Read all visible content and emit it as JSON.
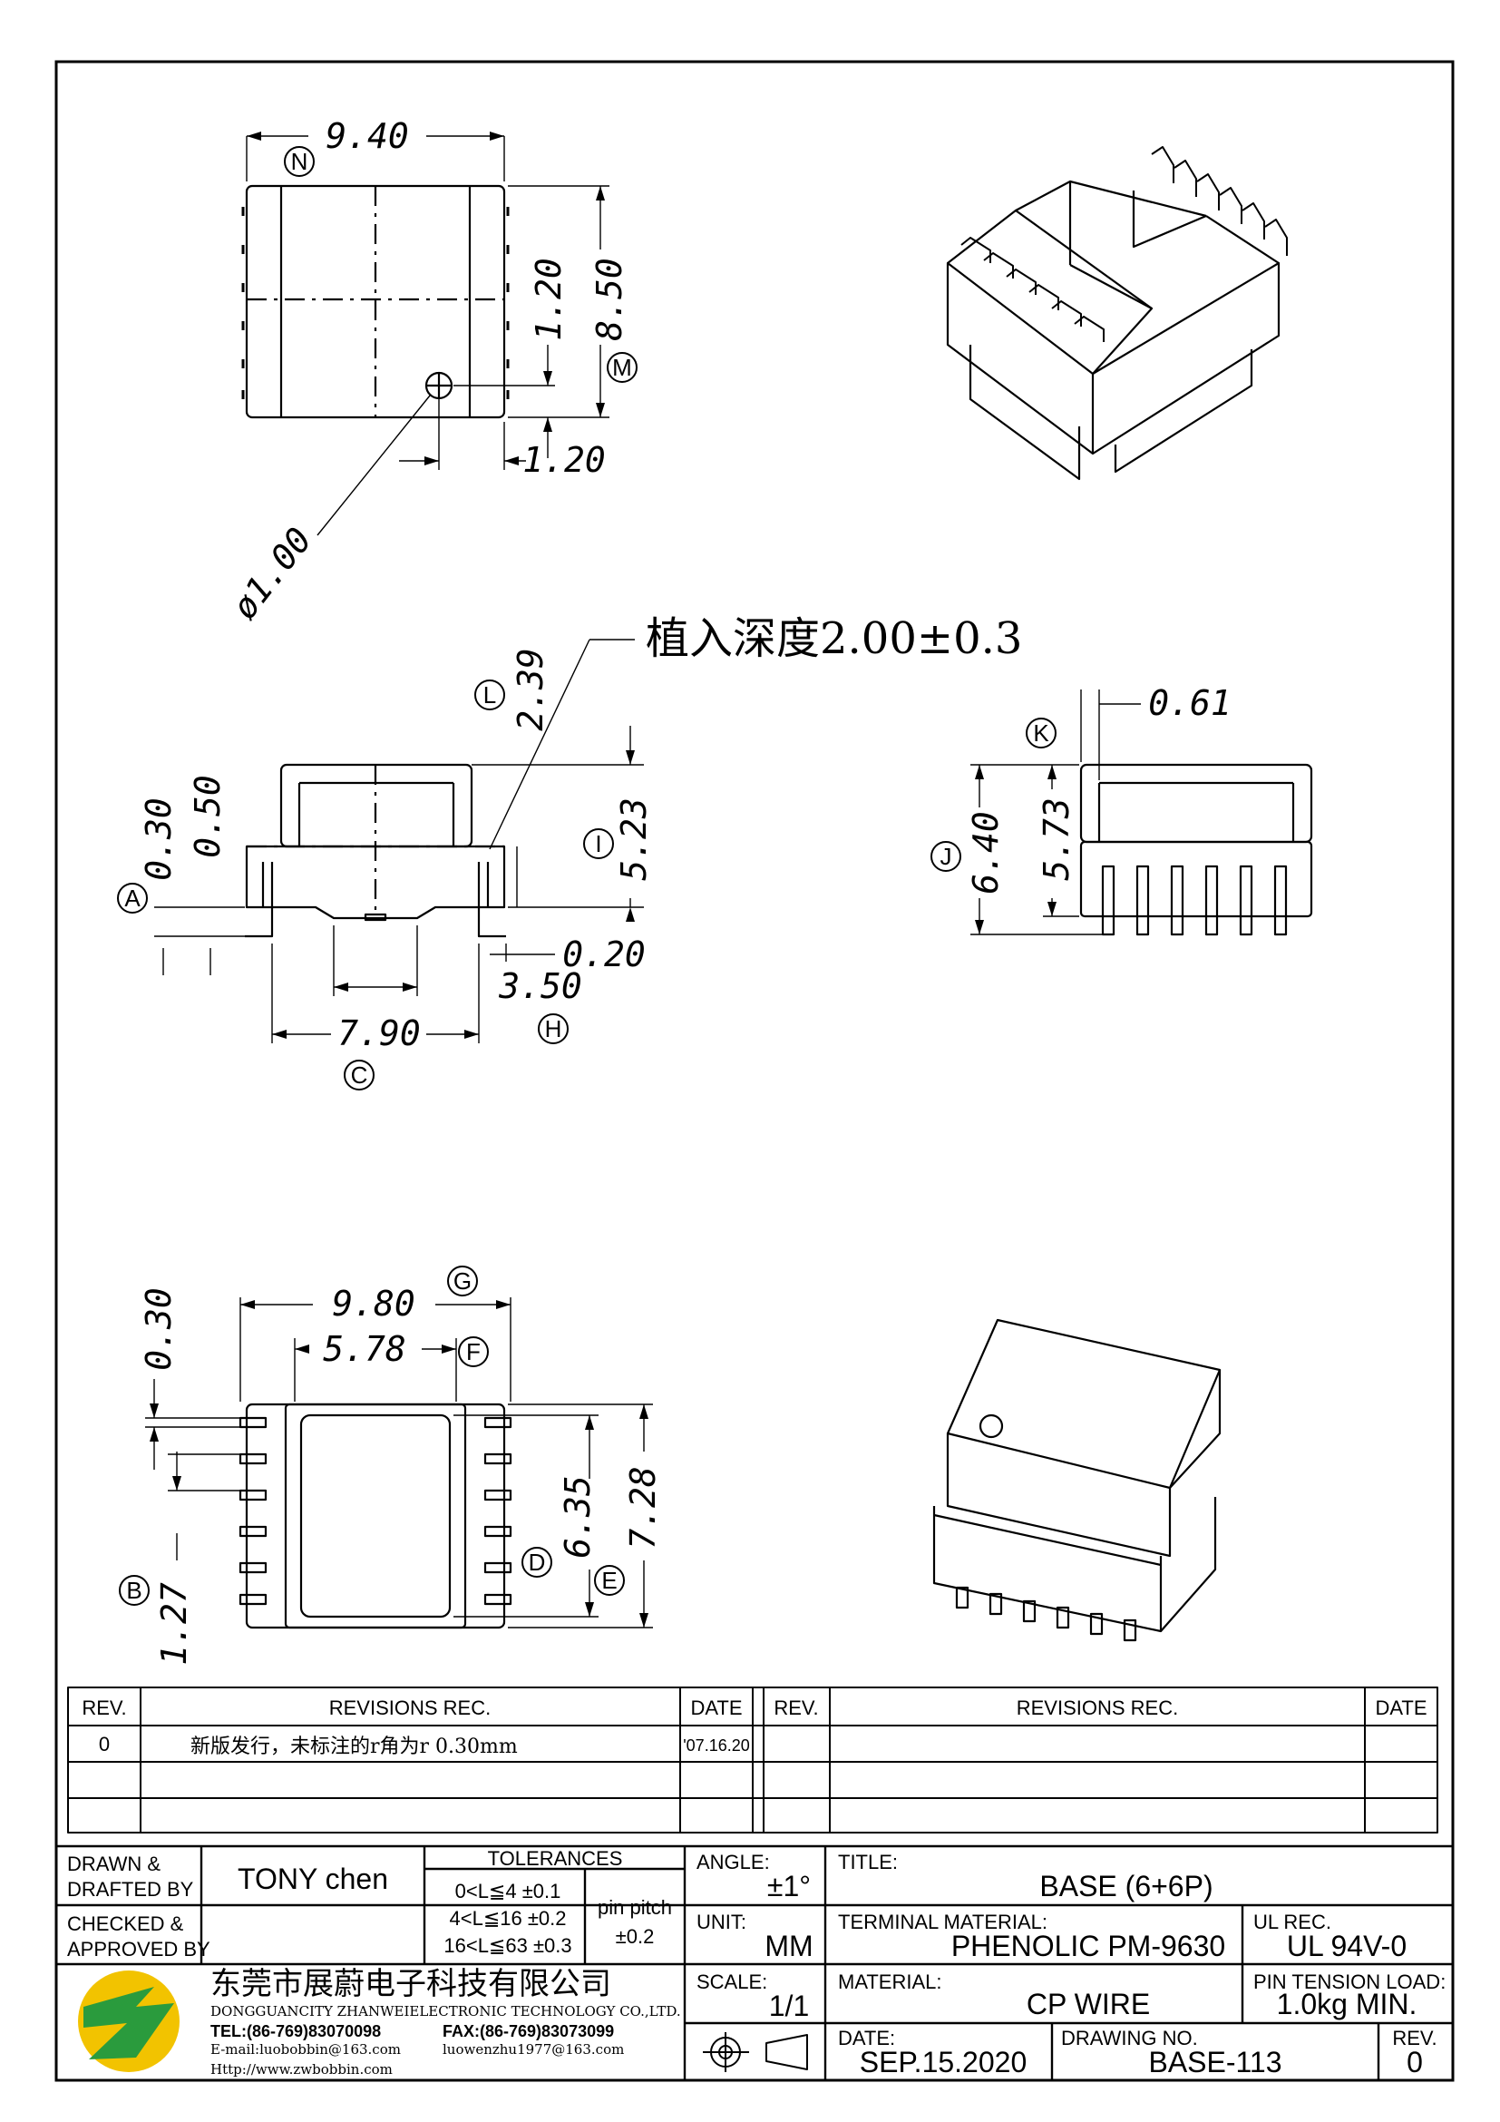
{
  "views": {
    "top": {
      "dim_width": "9.40",
      "dim_height": "8.50",
      "dim_offset_y": "1.20",
      "dim_offset_x": "1.20",
      "dim_hole": "ø1.00",
      "label_width": "N",
      "label_height": "M"
    },
    "front": {
      "note": "植入深度2.00±0.3",
      "dim_top": "2.39",
      "dim_height": "5.23",
      "dim_a": "0.30",
      "dim_b": "0.50",
      "dim_pin": "0.20",
      "dim_center": "3.50",
      "dim_width": "7.90",
      "label_top": "L",
      "label_height": "I",
      "label_a": "A",
      "label_pin": "H",
      "label_width": "C"
    },
    "side": {
      "dim_pin_width": "0.61",
      "dim_height": "6.40",
      "dim_body": "5.73",
      "label_pin_width": "K",
      "label_height": "J"
    },
    "bottom": {
      "dim_width": "9.80",
      "dim_inner": "5.78",
      "dim_pin_thk": "0.30",
      "dim_pitch": "1.27",
      "dim_inner_h": "6.35",
      "dim_outer_h": "7.28",
      "label_width": "G",
      "label_inner": "F",
      "label_pitch": "B",
      "label_inner_h": "D",
      "label_outer_h": "E"
    }
  },
  "revisions": {
    "headers": [
      "REV.",
      "REVISIONS   REC.",
      "DATE",
      "REV.",
      "REVISIONS   REC.",
      "DATE"
    ],
    "rows": [
      {
        "rev": "0",
        "rec": "新版发行，未标注的r角为r 0.30mm",
        "date": "'07.16.20"
      }
    ]
  },
  "title_block": {
    "drawn_label_1": "DRAWN &",
    "drawn_label_2": "DRAFTED BY",
    "drawn_value": "TONY  chen",
    "checked_label_1": "CHECKED &",
    "checked_label_2": "APPROVED BY",
    "tolerances_title": "TOLERANCES",
    "tol_1": "0<L≦4   ±0.1",
    "tol_2": "4<L≦16  ±0.2",
    "tol_3": "16<L≦63  ±0.3",
    "pitch_1": "pin pitch",
    "pitch_2": "±0.2",
    "angle_label": "ANGLE:",
    "angle_value": "±1°",
    "unit_label": "UNIT:",
    "unit_value": "MM",
    "scale_label": "SCALE:",
    "scale_value": "1/1",
    "title_label": "TITLE:",
    "title_value": "BASE (6+6P)",
    "terminal_label": "TERMINAL MATERIAL:",
    "terminal_value": "PHENOLIC  PM-9630",
    "ul_label": "UL REC.",
    "ul_value": "UL 94V-0",
    "material_label": "MATERIAL:",
    "material_value": "CP  WIRE",
    "tension_label": "PIN TENSION LOAD:",
    "tension_value": "1.0kg  MIN.",
    "date_label": "DATE:",
    "date_value": "SEP.15.2020",
    "drawing_label": "DRAWING NO.",
    "drawing_value": "BASE-113",
    "rev_label": "REV.",
    "rev_value": "0",
    "company_cn": "东莞市展蔚电子科技有限公司",
    "company_en": "DONGGUANCITY ZHANWEIELECTRONIC TECHNOLOGY CO.,LTD.",
    "tel": "TEL:(86-769)83070098",
    "fax": "FAX:(86-769)83073099",
    "email": "E-mail:luobobbin@163.com",
    "email2": "luowenzhu1977@163.com",
    "web": "Http://www.zwbobbin.com",
    "colors": {
      "logo_green": "#2a9b3d",
      "logo_yellow": "#f2c300"
    }
  }
}
